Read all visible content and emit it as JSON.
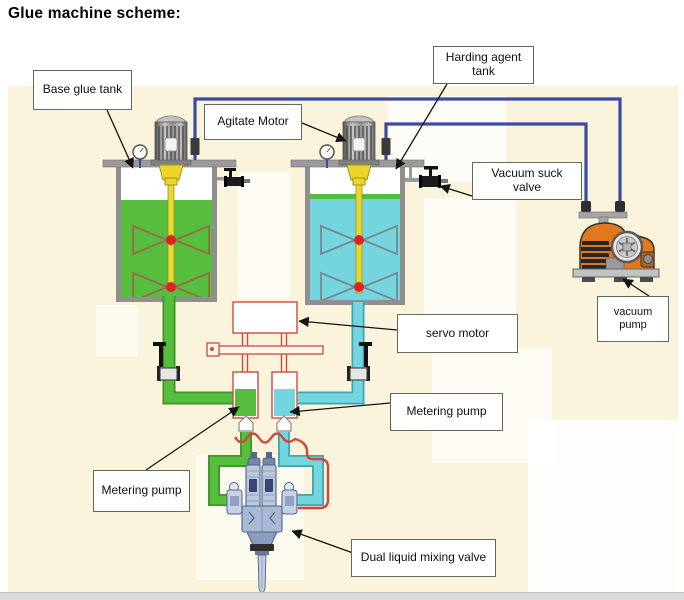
{
  "title": "Glue machine scheme:",
  "labels": {
    "base_glue_tank": "Base glue tank",
    "agitate_motor": "Agitate Motor",
    "harding_agent_tank": "Harding agent tank",
    "vacuum_suck_valve": "Vacuum suck valve",
    "servo_motor": "servo motor",
    "vacuum_pump": "vacuum pump",
    "metering_pump_left": "Metering pump",
    "metering_pump_right": "Metering pump",
    "dual_liquid_mixing_valve": "Dual liquid mixing valve"
  },
  "colors": {
    "base_glue_green": "#57bd3d",
    "base_glue_green_dark": "#3e9427",
    "harding_agent_cyan": "#74d5de",
    "harding_agent_cyan_dark": "#3fa4ad",
    "pipe_blue": "#3b4aa4",
    "pump_orange": "#e0791e",
    "shaft_yellow": "#e9d92f",
    "hub_red": "#dd2222",
    "servo_red": "#cf4a42",
    "hose_red": "#d6453a",
    "tank_gray": "#8f8f8f",
    "diagram_background": "#faf4dd",
    "label_border": "#5d6a5d"
  }
}
